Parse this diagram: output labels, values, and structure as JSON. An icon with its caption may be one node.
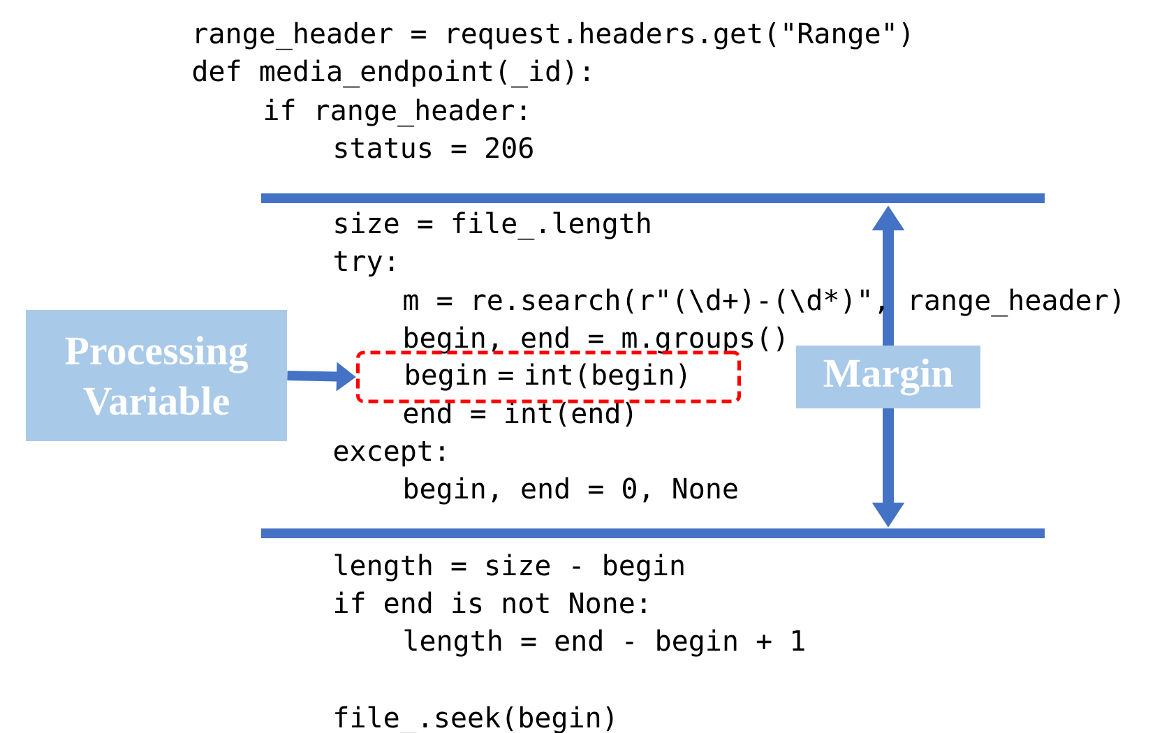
{
  "diagram": {
    "nodes": [
      {
        "text": [
          "Processing Variable"
        ]
      },
      {
        "text": [
          "begin = int(begin)"
        ]
      },
      {
        "text": [
          "Margin"
        ]
      }
    ],
    "edges": [
      {
        "from": 0,
        "to": 1,
        "arrow": "to"
      }
    ],
    "labels": [
      "range_header = request.headers.get(\"Range\")",
      "def media_endpoint(_id):",
      "if range_header:",
      "status = 206",
      "size = file_.length",
      "try:",
      "m = re.search(r\"(\\d+)-(\\d*)\", range_header)",
      "begin, end = m.groups()",
      "end = int(end)",
      "except:",
      "begin, end = 0, None",
      "length = size - begin",
      "if end is not None:",
      "length = end - begin + 1",
      "file_.seek(begin)"
    ]
  }
}
